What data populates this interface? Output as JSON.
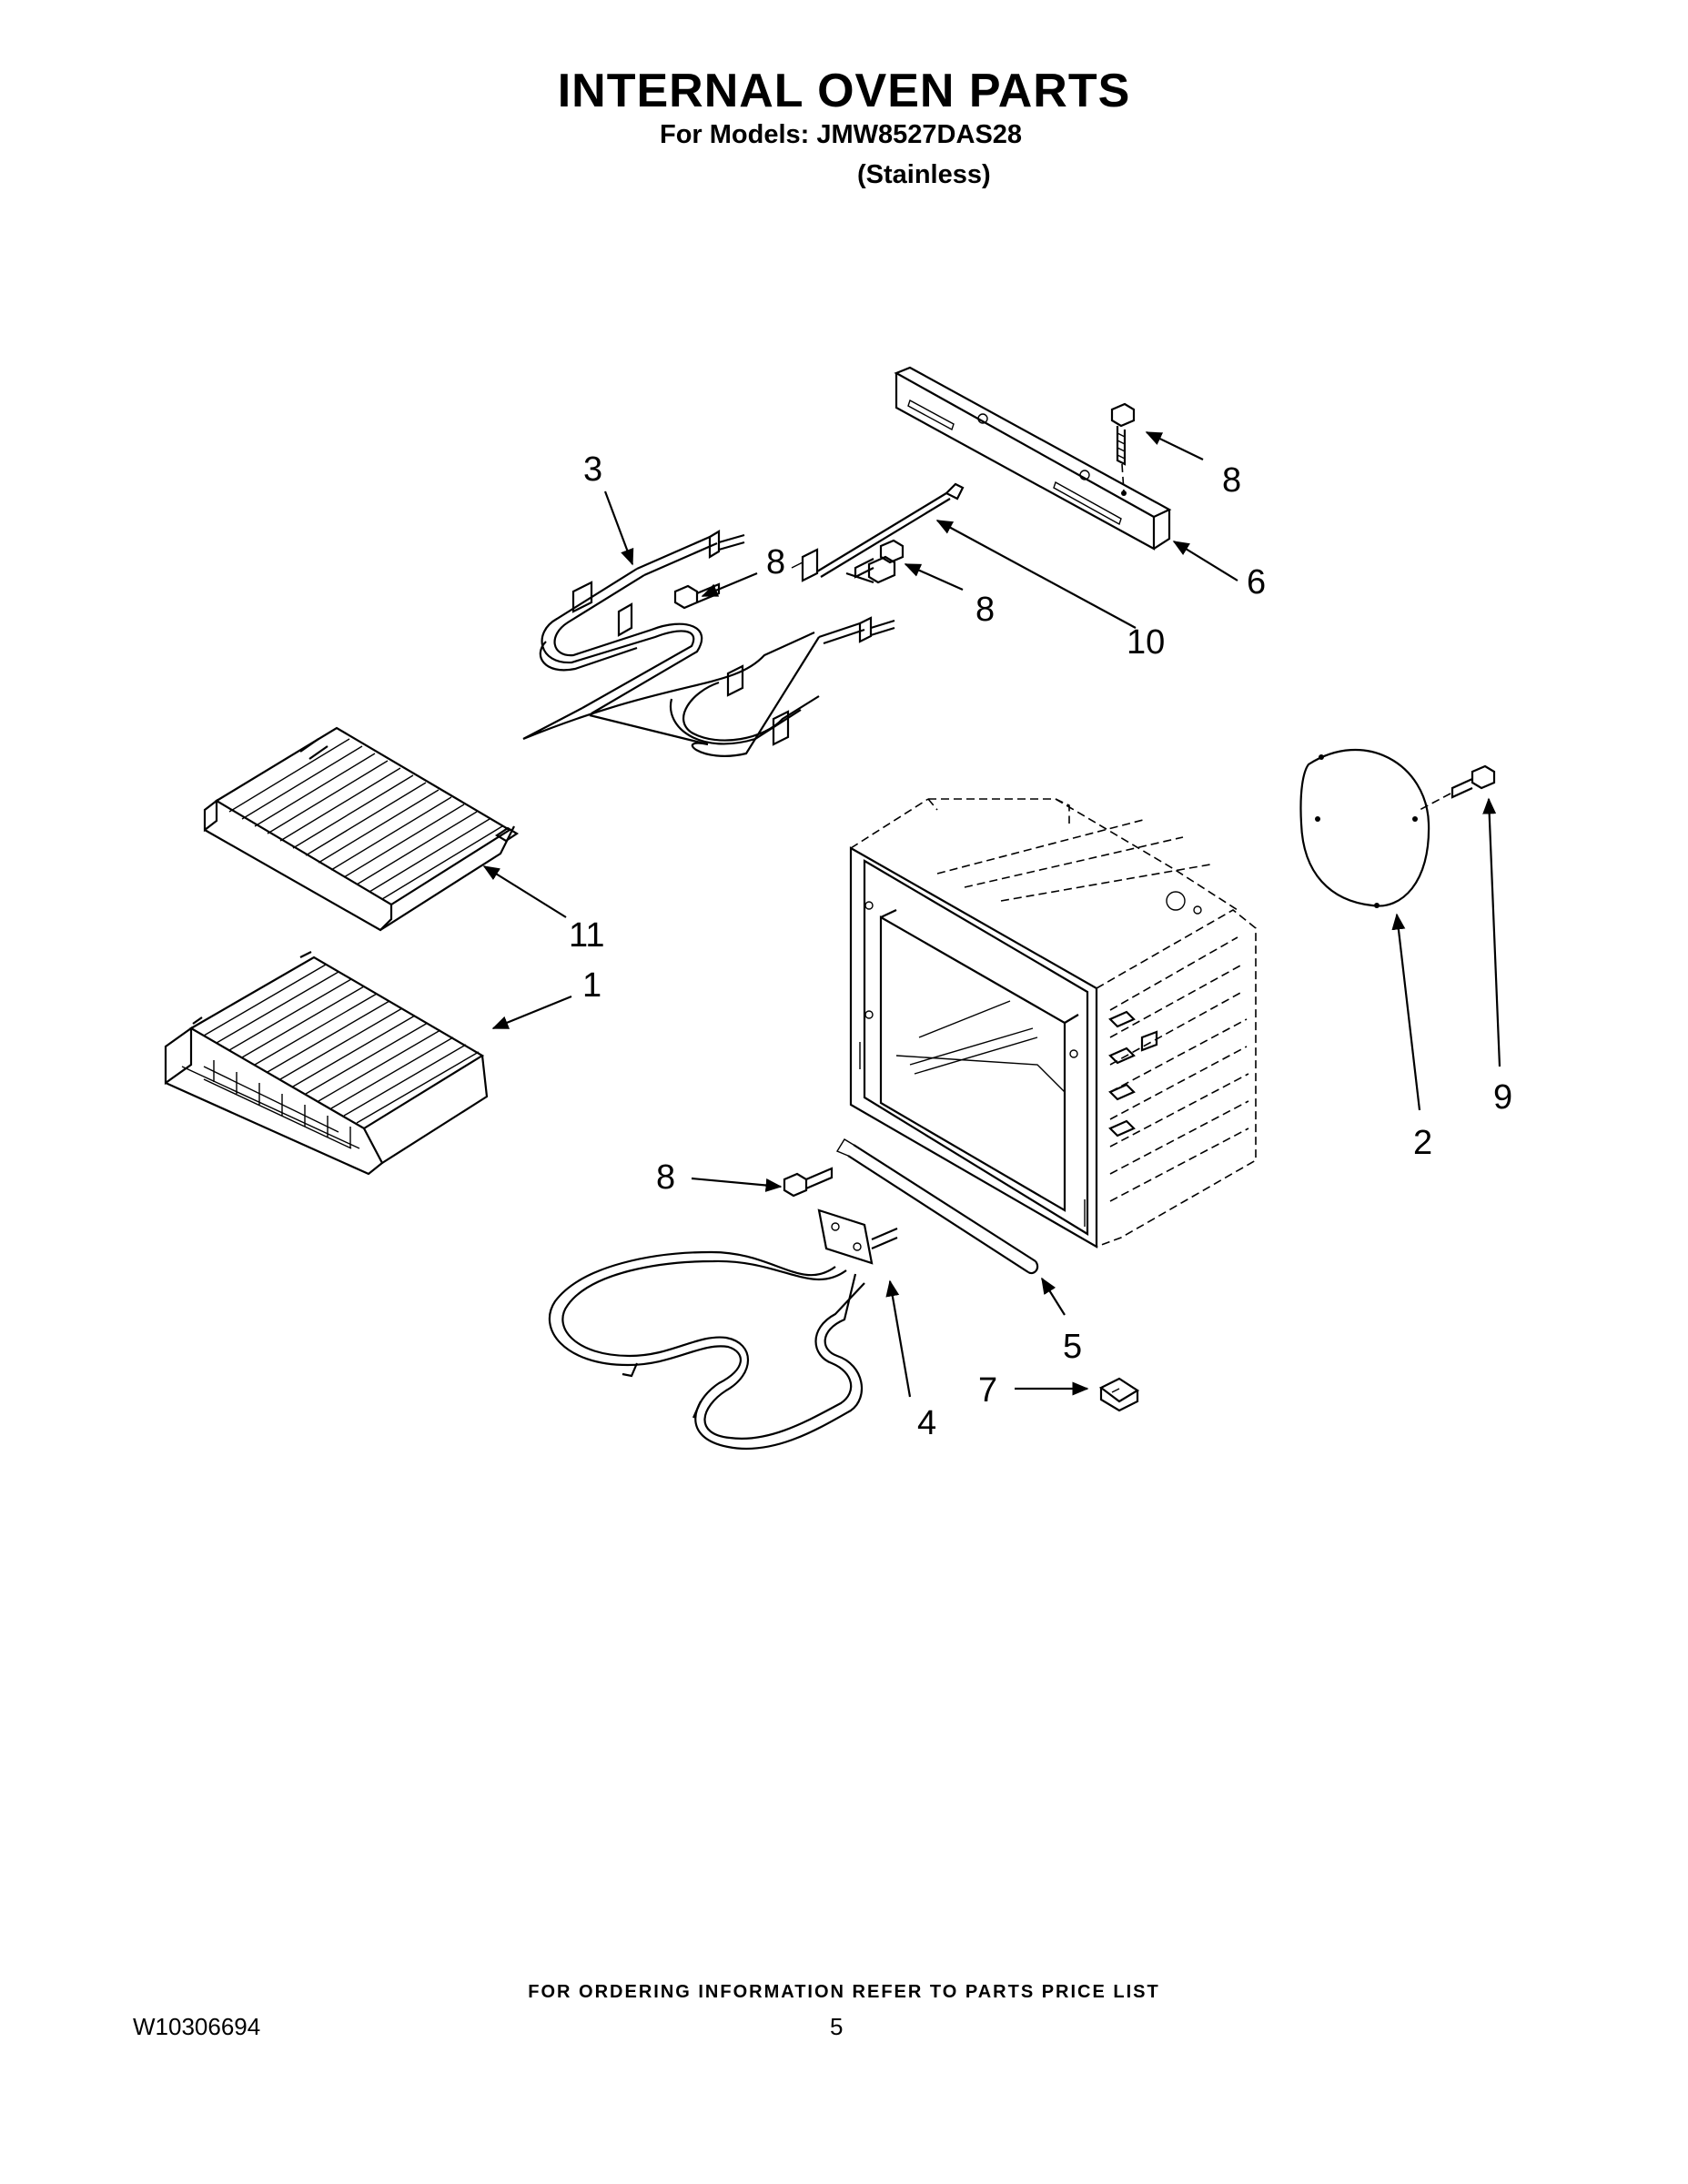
{
  "title": "INTERNAL OVEN PARTS",
  "models_line": "For Models: JMW8527DAS28",
  "finish_line": "(Stainless)",
  "footer_note": "FOR ORDERING INFORMATION REFER TO PARTS PRICE LIST",
  "document_number": "W10306694",
  "page_number": "5",
  "callouts": {
    "c8_top": "8",
    "c6": "6",
    "c3": "3",
    "c8_mid_left": "8",
    "c8_mid_right": "8",
    "c10": "10",
    "c11": "11",
    "c1": "1",
    "c2": "2",
    "c9": "9",
    "c8_lower": "8",
    "c5": "5",
    "c7": "7",
    "c4": "4"
  }
}
